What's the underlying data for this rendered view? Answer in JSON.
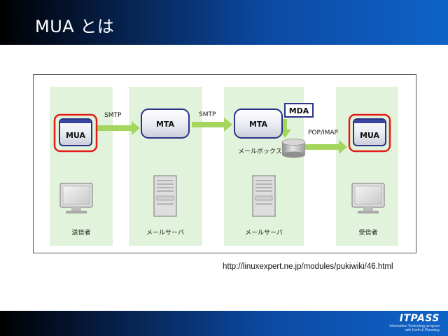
{
  "header": {
    "title": "MUA とは"
  },
  "diagram": {
    "columns": [
      {
        "label": "送信者",
        "node": "MUA",
        "device": "monitor"
      },
      {
        "label": "メールサーバ",
        "node": "MTA",
        "device": "server"
      },
      {
        "label": "メールサーバ",
        "node": "MTA",
        "device": "server"
      },
      {
        "label": "受信者",
        "node": "MUA",
        "device": "monitor"
      }
    ],
    "arrows": [
      "SMTP",
      "SMTP",
      "POP/IMAP"
    ],
    "mda_label": "MDA",
    "mailbox_label": "メールボックス",
    "colors": {
      "column_bg": "#e1f3da",
      "arrow": "#a4d65e",
      "box_border": "#2a3488",
      "highlight": "#e31b1b"
    }
  },
  "source_url": "http://linuxexpert.ne.jp/modules/pukiwiki/46.html",
  "footer": {
    "logo_name": "ITPASS",
    "logo_sub_1": "Information Technology program",
    "logo_sub_2": "with Earth & Planetary"
  }
}
